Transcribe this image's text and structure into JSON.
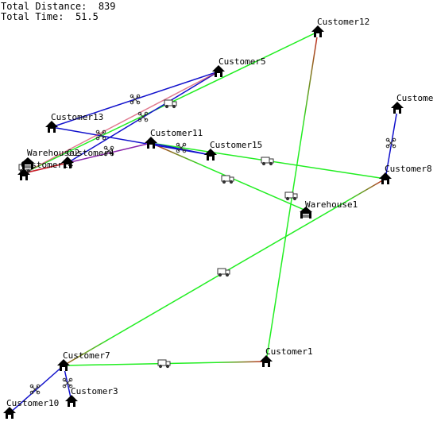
{
  "stats": {
    "distance_label": "Total Distance:",
    "distance_value": "839",
    "time_label": "Total Time:",
    "time_value": "51.5"
  },
  "colors": {
    "truck_route": "#22ee22",
    "drone_route": "#1111cc",
    "node_icon": "#000000",
    "highlight": "#cc2222"
  },
  "icons": {
    "customer": "house-icon",
    "warehouse": "warehouse-icon",
    "truck": "truck-icon",
    "drone": "drone-icon"
  },
  "nodes": [
    {
      "id": "c12",
      "label": "Customer12",
      "kind": "customer"
    },
    {
      "id": "c5",
      "label": "Customer5",
      "kind": "customer"
    },
    {
      "id": "c13",
      "label": "Customer13",
      "kind": "customer"
    },
    {
      "id": "c11",
      "label": "Customer11",
      "kind": "customer"
    },
    {
      "id": "c15",
      "label": "Customer15",
      "kind": "customer"
    },
    {
      "id": "c4",
      "label": "Customer4",
      "kind": "customer"
    },
    {
      "id": "c14",
      "label": "Customer14",
      "kind": "customer"
    },
    {
      "id": "w2",
      "label": "Warehouse2",
      "kind": "warehouse"
    },
    {
      "id": "c8",
      "label": "Customer8",
      "kind": "customer"
    },
    {
      "id": "c9",
      "label": "Custome",
      "kind": "customer"
    },
    {
      "id": "w1",
      "label": "Warehouse1",
      "kind": "warehouse"
    },
    {
      "id": "c7",
      "label": "Customer7",
      "kind": "customer"
    },
    {
      "id": "c1",
      "label": "Customer1",
      "kind": "customer"
    },
    {
      "id": "c3",
      "label": "Customer3",
      "kind": "customer"
    },
    {
      "id": "c10",
      "label": "Customer10",
      "kind": "customer"
    }
  ]
}
